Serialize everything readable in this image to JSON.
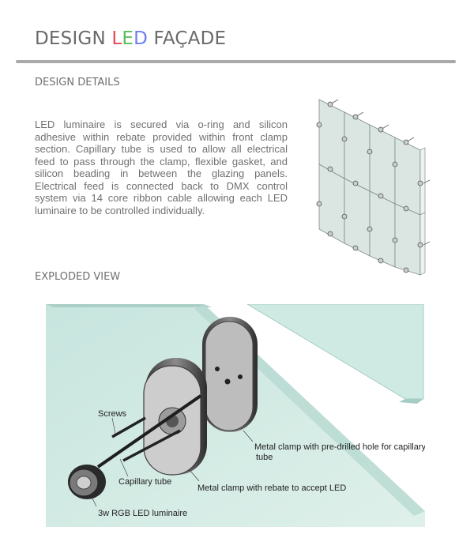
{
  "title": {
    "part1": "DESIGN ",
    "led_L": "L",
    "led_E": "E",
    "led_D": "D",
    "part2": " FAÇADE"
  },
  "colors": {
    "led_L": "#e8485a",
    "led_E": "#58c05a",
    "led_D": "#6f7ff0",
    "text": "#6b6b6b",
    "rule": "#a9a9a9"
  },
  "design_details": {
    "heading": "DESIGN DETAILS",
    "body": "LED luminaire is secured via o-ring and silicon adhesive within rebate provided within front clamp section. Capillary tube is used to allow all electrical feed to pass through the clamp, flexible gasket, and silicon beading in between the glazing panels. Electrical feed is connected back to DMX control system via 14 core ribbon cable allowing each LED luminaire to be controlled individually."
  },
  "exploded_view": {
    "heading": "EXPLODED VIEW",
    "labels": {
      "screws": "Screws",
      "capillary_tube": "Capillary tube",
      "led_luminaire": "3w RGB LED luminaire",
      "clamp_rebate": "Metal clamp with rebate to accept LED",
      "clamp_hole_line1": "Metal clamp with pre-drilled hole for capillary",
      "clamp_hole_line2": "tube"
    }
  }
}
